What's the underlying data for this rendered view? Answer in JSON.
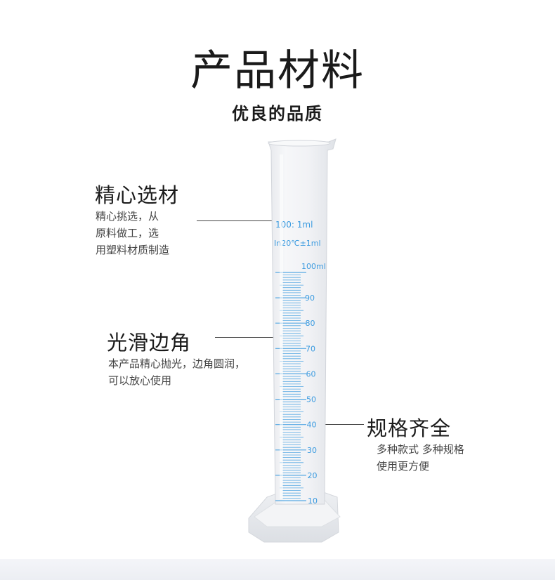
{
  "header": {
    "title": "产品材料",
    "subtitle": "优良的品质"
  },
  "features": [
    {
      "title": "精心选材",
      "desc_lines": [
        "精心挑选，从",
        "原料做工，选",
        "用塑料材质制造"
      ]
    },
    {
      "title": "光滑边角",
      "desc_lines": [
        "本产品精心抛光，边角圆润，",
        "可以放心使用"
      ]
    },
    {
      "title": "规格齐全",
      "desc_lines": [
        "多种款式  多种规格",
        "使用更方便"
      ]
    }
  ],
  "cylinder": {
    "label_capacity": "100: 1ml",
    "label_temp": "In20℃±1ml",
    "scale_max_label": "100ml",
    "scale_labels": [
      "90",
      "80",
      "70",
      "60",
      "50",
      "40",
      "30",
      "20",
      "10"
    ],
    "scale_color": "#3b9be0"
  }
}
